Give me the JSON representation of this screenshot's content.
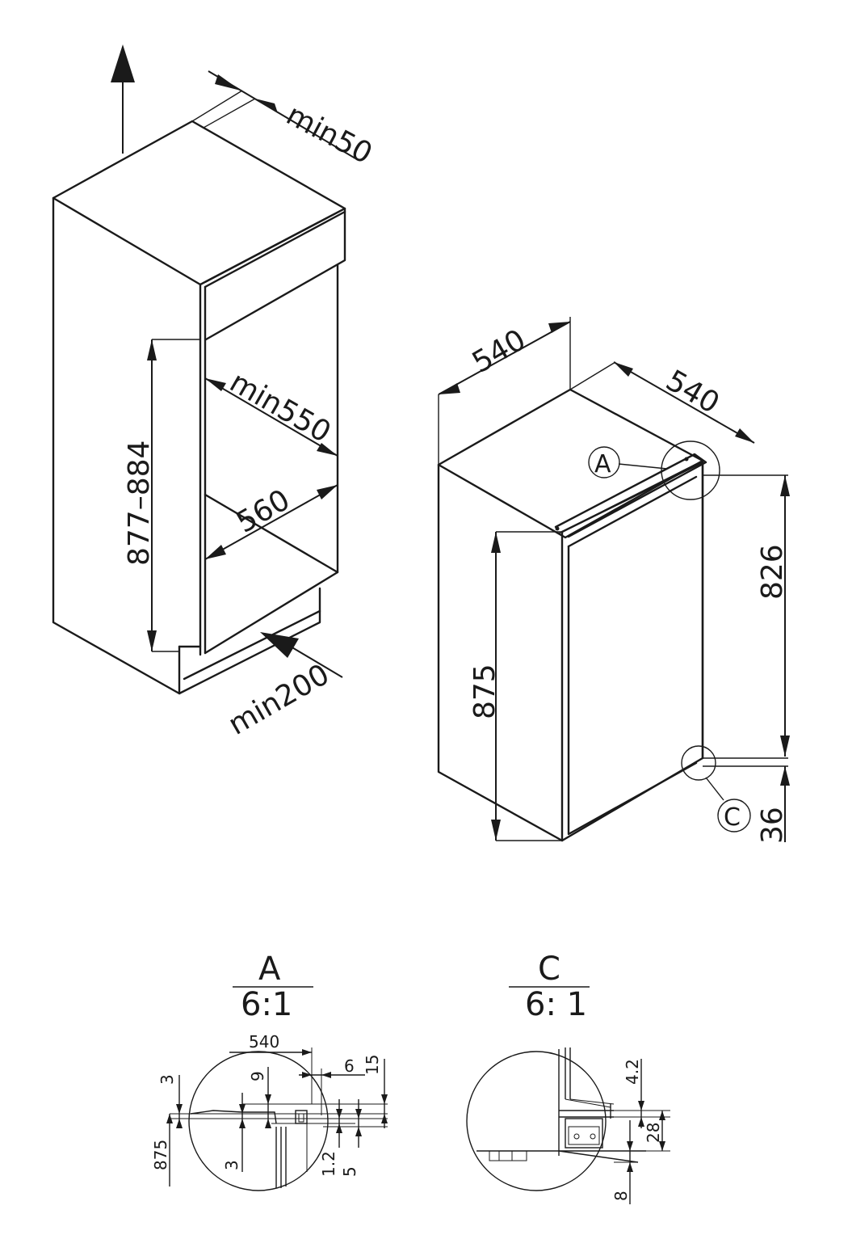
{
  "niche": {
    "min_top": "min50",
    "height": "877–884",
    "depth_min": "min550",
    "width": "560",
    "min_bottom": "min200"
  },
  "appliance": {
    "width": "540",
    "depth": "540",
    "height": "875",
    "door_height": "826",
    "bottom_offset": "36",
    "detail_a_marker": "A",
    "detail_c_marker": "C"
  },
  "detail_a": {
    "title": "A",
    "scale": "6:1",
    "dim_540": "540",
    "dim_6": "6",
    "dim_15": "15",
    "dim_3_top": "3",
    "dim_9": "9",
    "dim_875": "875",
    "dim_3_bottom": "3",
    "dim_1_2": "1.2",
    "dim_5": "5"
  },
  "detail_c": {
    "title": "C",
    "scale": "6: 1",
    "dim_4_2": "4.2",
    "dim_28": "28",
    "dim_8": "8"
  }
}
